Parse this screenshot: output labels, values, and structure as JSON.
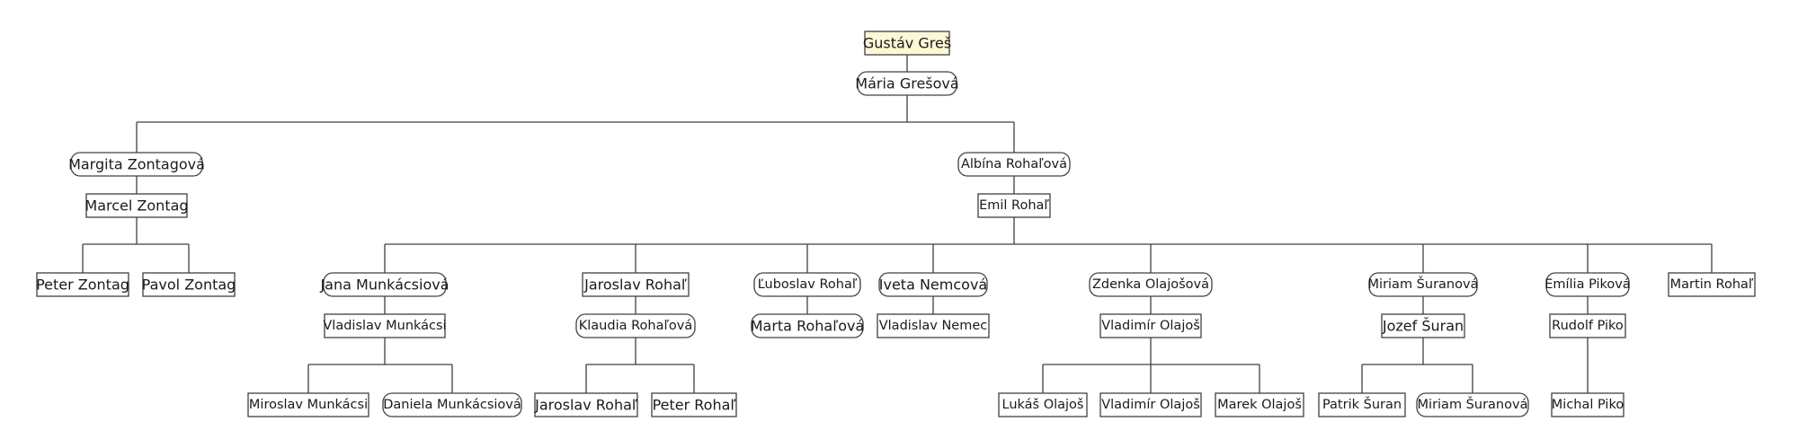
{
  "nodes": {
    "gustav": "Gustáv Greš",
    "maria": "Mária Grešová",
    "margita": "Margita Zontagová",
    "marcel": "Marcel Zontag",
    "peter_z": "Peter Zontag",
    "pavol_z": "Pavol Zontag",
    "albina": "Albína Rohaľová",
    "emil": "Emil Rohaľ",
    "jana": "Jana Munkácsiová",
    "vladislav_m": "Vladislav Munkácsi",
    "miroslav_m": "Miroslav Munkácsi",
    "daniela_m": "Daniela Munkácsiová",
    "jaroslav_r": "Jaroslav Rohaľ",
    "klaudia": "Klaudia Rohaľová",
    "jaroslav_r2": "Jaroslav Rohaľ",
    "peter_r": "Peter Rohaľ",
    "luboslav": "Ľuboslav Rohaľ",
    "marta": "Marta Rohaľová",
    "iveta": "Iveta Nemcová",
    "vladislav_n": "Vladislav Nemec",
    "zdenka": "Zdenka Olajošová",
    "vladimir_o": "Vladimír Olajoš",
    "lukas_o": "Lukáš Olajoš",
    "vladimir_o2": "Vladimír Olajoš",
    "marek_o": "Marek Olajoš",
    "miriam": "Miriam Šuranová",
    "jozef": "Jozef Šuran",
    "patrik": "Patrik Šuran",
    "miriam2": "Miriam Šuranová",
    "emilia": "Emília Piková",
    "rudolf": "Rudolf Piko",
    "michal": "Michal Piko",
    "martin": "Martin Rohaľ"
  },
  "colors": {
    "root_fill": "#fcf8d6",
    "box_fill": "#ffffff",
    "line": "#404040"
  }
}
